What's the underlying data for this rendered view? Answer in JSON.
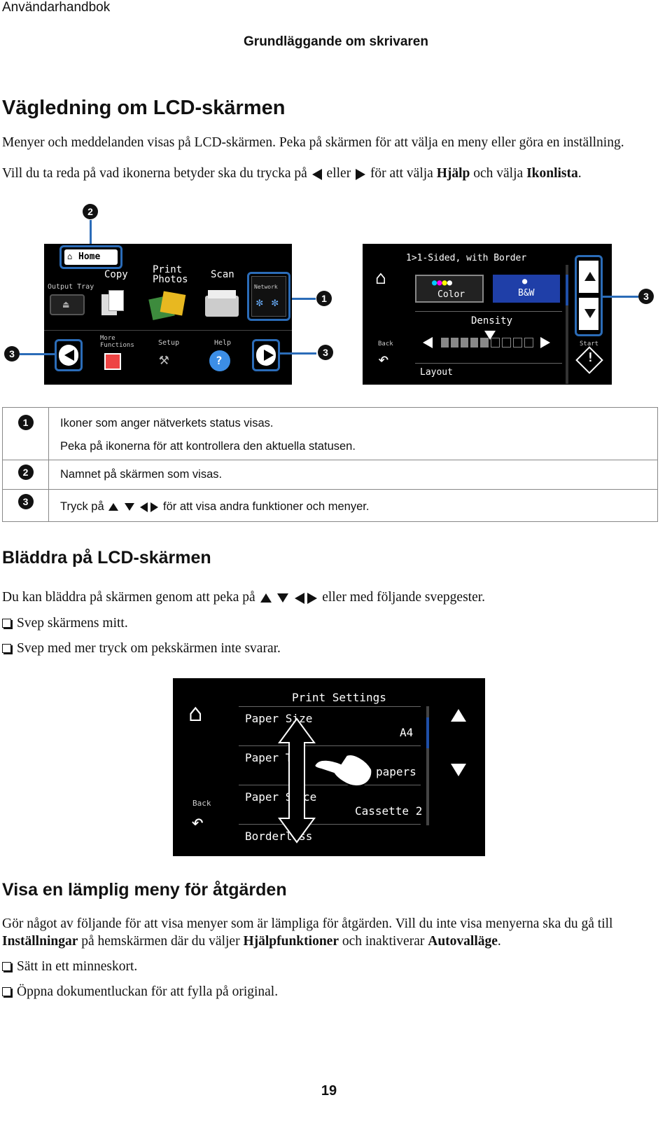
{
  "header": {
    "running_title": "Användarhandbok",
    "chapter": "Grundläggande om skrivaren"
  },
  "section1": {
    "heading": "Vägledning om LCD-skärmen",
    "p1": "Menyer och meddelanden visas på LCD-skärmen. Peka på skärmen för att välja en meny eller göra en inställning.",
    "p2_a": "Vill du ta reda på vad ikonerna betyder ska du trycka på",
    "p2_b": "eller",
    "p2_c": "för att välja",
    "p2_bold1": "Hjälp",
    "p2_d": "och välja",
    "p2_bold2": "Ikonlista",
    "p2_end": "."
  },
  "screen1": {
    "home_label": "Home",
    "output_tray": "Output Tray",
    "copy": "Copy",
    "print_photos_1": "Print",
    "print_photos_2": "Photos",
    "scan": "Scan",
    "network": "Network",
    "more_functions_1": "More",
    "more_functions_2": "Functions",
    "setup": "Setup",
    "help": "Help"
  },
  "screen2": {
    "title": "1>1-Sided, with Border",
    "color": "Color",
    "bw": "B&W",
    "density": "Density",
    "back": "Back",
    "start": "Start",
    "layout": "Layout"
  },
  "callouts": {
    "c1": "1",
    "c2": "2",
    "c3": "3"
  },
  "legend": {
    "rows": [
      {
        "num": "1",
        "line1": "Ikoner som anger nätverkets status visas.",
        "line2": "Peka på ikonerna för att kontrollera den aktuella statusen."
      },
      {
        "num": "2",
        "line1": "Namnet på skärmen som visas."
      },
      {
        "num": "3",
        "pre": "Tryck på",
        "post": "för att visa andra funktioner och menyer."
      }
    ]
  },
  "section2": {
    "heading": "Bläddra på LCD-skärmen",
    "p1_a": "Du kan bläddra på skärmen genom att peka på",
    "p1_b": "eller med följande svepgester.",
    "bullets": [
      "Svep skärmens mitt.",
      "Svep med mer tryck om pekskärmen inte svarar."
    ]
  },
  "screen3": {
    "title": "Print Settings",
    "paper_size": "Paper Size",
    "paper_size_val": "A4",
    "paper_type": "Paper Ty",
    "paper_type_val": "papers",
    "paper_source": "Paper So",
    "paper_source_tail": "ce",
    "paper_source_val": "Cassette 2",
    "borderless": "Borderless",
    "back": "Back"
  },
  "section3": {
    "heading": "Visa en lämplig meny för åtgärden",
    "p1": "Gör något av följande för att visa menyer som är lämpliga för åtgärden. Vill du inte visa menyerna ska du gå till",
    "p2_b1": "Inställningar",
    "p2_a": "på hemskärmen där du väljer",
    "p2_b2": "Hjälpfunktioner",
    "p2_c": "och inaktiverar",
    "p2_b3": "Autovalläge",
    "p2_end": ".",
    "bullets": [
      "Sätt in ett minneskort.",
      "Öppna dokumentluckan för att fylla på original."
    ]
  },
  "page_number": "19",
  "colors": {
    "lcd_bg": "#000000",
    "highlight_blue": "#1f4fa8",
    "callout_line": "#2b6cb8",
    "bw_button": "#1f3fa8"
  }
}
